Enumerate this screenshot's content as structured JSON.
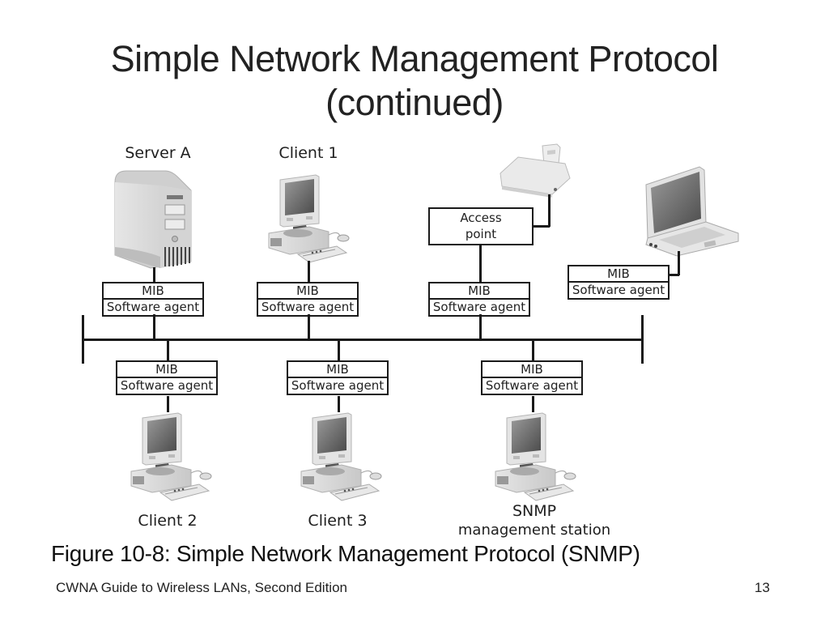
{
  "slide": {
    "title_line1": "Simple Network Management Protocol",
    "title_line2": "(continued)",
    "caption": "Figure 10-8: Simple Network Management Protocol (SNMP)",
    "footer": "CWNA Guide to Wireless LANs, Second Edition",
    "page_number": "13"
  },
  "diagram": {
    "agent_box": {
      "top_label": "MIB",
      "bottom_label": "Software agent"
    },
    "nodes_top": [
      {
        "label": "Server A",
        "device": "server-tower-icon"
      },
      {
        "label": "Client 1",
        "device": "desktop-computer-icon"
      },
      {
        "label": "",
        "device": "access-point-icon",
        "intermediate_label_line1": "Access",
        "intermediate_label_line2": "point"
      },
      {
        "label": "",
        "device": "laptop-icon"
      }
    ],
    "nodes_bottom": [
      {
        "label": "Client 2",
        "device": "desktop-computer-icon"
      },
      {
        "label": "Client 3",
        "device": "desktop-computer-icon"
      },
      {
        "label_line1": "SNMP",
        "label_line2": "management station",
        "device": "desktop-computer-icon"
      }
    ]
  }
}
